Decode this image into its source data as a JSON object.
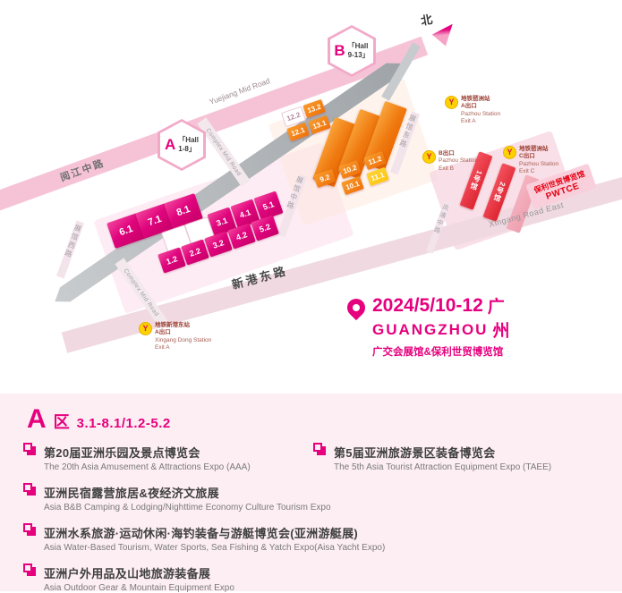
{
  "map": {
    "compass_label": "北",
    "badges": [
      {
        "letter": "A",
        "hall_line1": "「Hall",
        "hall_line2": "1-8」"
      },
      {
        "letter": "B",
        "hall_line1": "「Hall",
        "hall_line2": "9-13」"
      }
    ],
    "roads": {
      "yuejiang_en": "Yuejiang Mid Road",
      "yuejiang_cn": "阅江中路",
      "complex_mid_en": "Complex Mid Road",
      "xingang_cn": "新港东路",
      "xingang_en": "Xingang Road East",
      "hall_mid_cn": "展馆中路",
      "hall_east_cn": "展馆东路",
      "hall_west_cn": "展馆西路",
      "fengpu_cn": "凤浦中路"
    },
    "pink_halls": [
      "6.1",
      "7.1",
      "8.1",
      "3.1",
      "4.1",
      "5.1",
      "1.2",
      "2.2",
      "3.2",
      "4.2",
      "5.2"
    ],
    "orange_halls": [
      "12.2",
      "13.2",
      "12.1",
      "13.1",
      "9.2",
      "10.2",
      "11.2",
      "10.1",
      "11.1"
    ],
    "pwtce": {
      "hall1": "1号馆",
      "hall2": "2号馆",
      "name_cn": "保利世贸博览馆",
      "abbr": "PWTCE"
    },
    "stations": [
      {
        "cn": "地铁琶洲站",
        "exit_cn": "A出口",
        "en": "Pazhou Station",
        "exit_en": "Exit A"
      },
      {
        "cn": "",
        "exit_cn": "B出口",
        "en": "Pazhou Station",
        "exit_en": "Exit B"
      },
      {
        "cn": "地铁琶洲站",
        "exit_cn": "C出口",
        "en": "Pazhou Station",
        "exit_en": "Exit C"
      },
      {
        "cn": "地铁新港东站",
        "exit_cn": "A出口",
        "en": "Xingang Dong Station",
        "exit_en": "Exit A"
      }
    ],
    "event": {
      "date": "2024/5/10-12",
      "city_char1": "广",
      "city_char2": "州",
      "city_en": "GUANGZHOU",
      "venues": "广交会展馆&保利世贸博览馆"
    }
  },
  "panel": {
    "zone_letter": "A",
    "zone_suffix": "区",
    "zone_range": "3.1-8.1/1.2-5.2",
    "expos": [
      {
        "cn": "第20届亚洲乐园及景点博览会",
        "en": "The 20th Asia Amusement & Attractions Expo (AAA)"
      },
      {
        "cn": "第5届亚洲旅游景区装备博览会",
        "en": "The 5th Asia Tourist Attraction Equipment Expo (TAEE)"
      },
      {
        "cn": "亚洲民宿露营旅居&夜经济文旅展",
        "en": "Asia B&B Camping & Lodging/Nighttime Economy Culture Tourism Expo"
      },
      {
        "cn": "亚洲水系旅游·运动休闲·海钓装备与游艇博览会(亚洲游艇展)",
        "en": "Asia Water-Based Tourism, Water Sports, Sea Fishing & Yatch Expo(Aisa Yacht Expo)"
      },
      {
        "cn": "亚洲户外用品及山地旅游装备展",
        "en": "Asia Outdoor Gear & Mountain Equipment Expo"
      }
    ]
  },
  "colors": {
    "magenta": "#e6007e",
    "orange": "#ee7008",
    "yellow": "#fec80a",
    "red": "#e60012",
    "panel_bg": "#fdeef3"
  }
}
